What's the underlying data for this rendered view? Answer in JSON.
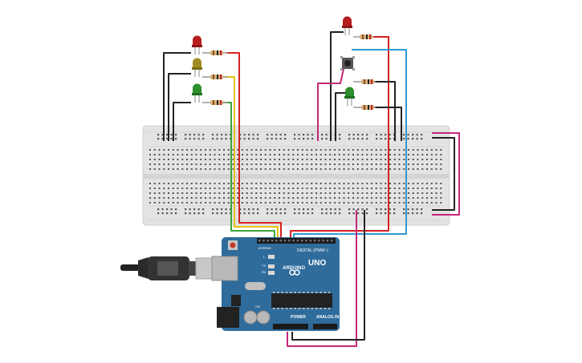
{
  "arduino": {
    "brand": "ARDUINO",
    "model": "UNO",
    "digital_label": "DIGITAL (PWM~)",
    "power_label": "POWER",
    "analog_label": "ANALOG IN",
    "tx_label": "TX",
    "rx_label": "RX",
    "l_label": "L",
    "on_label": "ON",
    "aref_label": "AREF",
    "gnd_label": "GND"
  },
  "colors": {
    "board": "#2f6c9c",
    "breadboard": "#e3e3e3",
    "wire_black": "#222222",
    "wire_red": "#d62020",
    "wire_yellow": "#e8c010",
    "wire_green": "#3aa53a",
    "wire_blue": "#2f9ad3",
    "wire_magenta": "#c2287a",
    "led_red": "#b81d1d",
    "led_yellow": "#a08c20",
    "led_green": "#2c8f2c"
  },
  "components": {
    "leds": [
      "led-red-left",
      "led-yellow-left",
      "led-green-left",
      "led-red-right",
      "led-green-right"
    ],
    "pushbutton": "pushbutton",
    "usb_cable": "usb-cable"
  }
}
